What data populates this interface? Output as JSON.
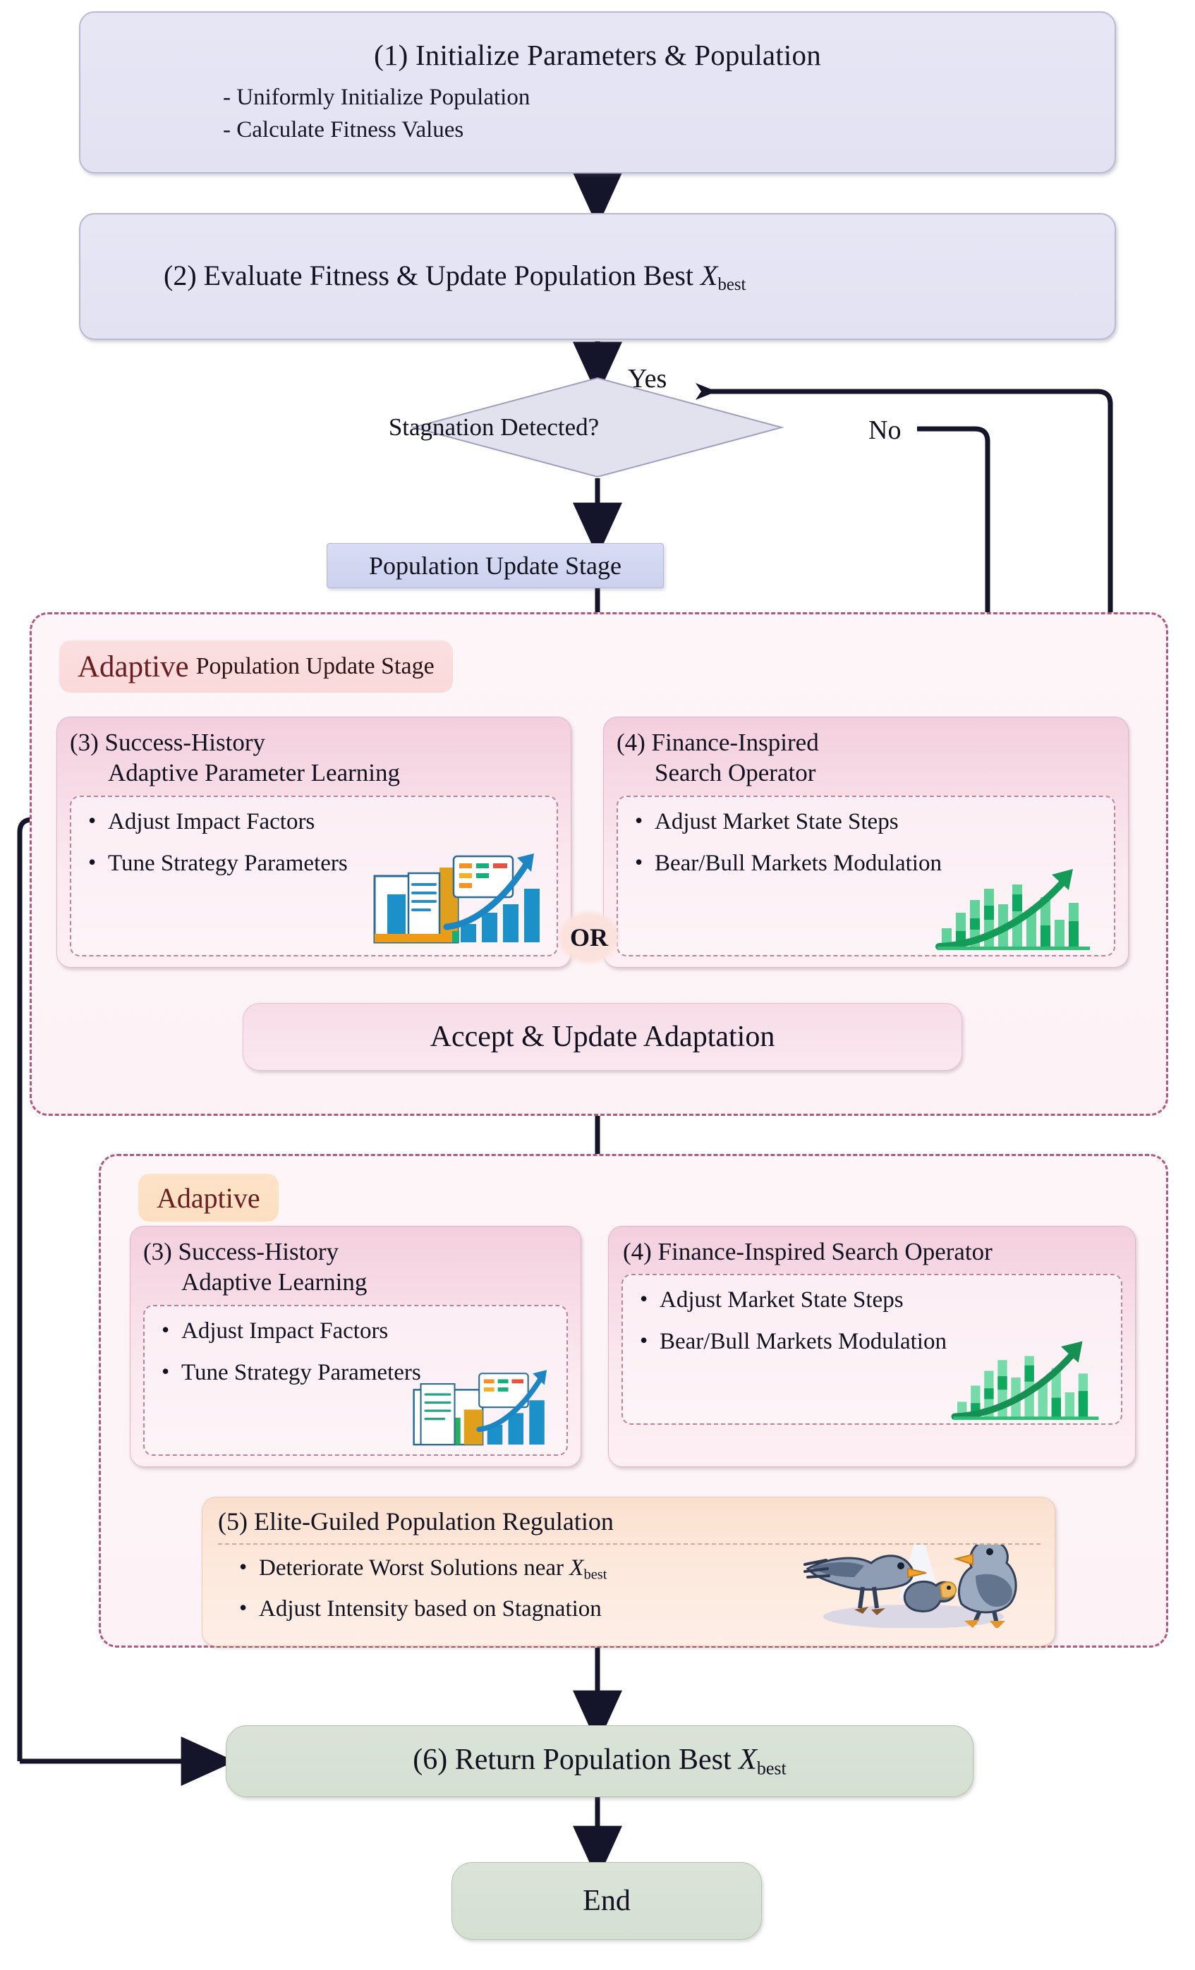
{
  "flow": {
    "step1": {
      "title": "(1) Initialize Parameters & Population",
      "bullets": "- Uniformly Initialize Population\n- Calculate Fitness Values"
    },
    "step2": {
      "label_main": "(2) Evaluate Fitness & Update Population Best ",
      "label_var": "X",
      "label_sub": "best",
      "icon": "magnifier-icon"
    },
    "decision": {
      "text": "Stagnation Detected?",
      "yes_label": "Yes",
      "no_label": "No"
    },
    "population_update_stage": "Population Update Stage",
    "section1": {
      "chip_emphasis": "Adaptive",
      "chip_rest": "Population Update Stage",
      "card3": {
        "head_line1": "(3) Success-History",
        "head_line2": "Adaptive Parameter Learning",
        "bullets": [
          "Adjust Impact Factors",
          "Tune Strategy Parameters"
        ],
        "icon": "bar-chart-growth-icon"
      },
      "card4": {
        "head_line1": "(4) Finance-Inspired",
        "head_line2": "Search Operator",
        "bullets": [
          "Adjust Market State Steps",
          "Bear/Bull Markets Modulation"
        ],
        "icon": "green-bar-chart-arrow-icon"
      },
      "or_label": "OR",
      "accept": "Accept & Update Adaptation"
    },
    "section2": {
      "chip_emphasis": "Adaptive",
      "card3": {
        "head_line1": "(3) Success-History",
        "head_line2": "Adaptive Learning",
        "bullets": [
          "Adjust Impact Factors",
          "Tune Strategy Parameters"
        ],
        "icon": "bar-chart-growth-icon"
      },
      "card4": {
        "head_single": "(4) Finance-Inspired Search Operator",
        "bullets": [
          "Adjust Market State Steps",
          "Bear/Bull Markets Modulation"
        ],
        "icon": "green-bar-chart-arrow-icon"
      },
      "card5": {
        "head_em": "(5) Elite-Guiled",
        "head_rest": " Population Regulation",
        "bullet1_pre": "Deteriorate Worst Solutions near ",
        "bullet1_var": "X",
        "bullet1_sub": "best",
        "bullet2": "Adjust Intensity based on Stagnation",
        "icon": "three-birds-icon"
      }
    },
    "step6": {
      "label_main": "(6) Return Population Best ",
      "label_var": "X",
      "label_sub": "best"
    },
    "end": "End"
  },
  "colors": {
    "box_blue": "#e3e3f3",
    "box_blue_border": "#b9b9d4",
    "stage_blue": "#d2d6f0",
    "dashed_pink": "#b5567e",
    "card_pink": "#f3cfdd",
    "chip_pink": "#fbdfe0",
    "chip_orange": "#fde3c8",
    "card_orange": "#fbe0cf",
    "end_green": "#d8e1d5",
    "arrow_dark": "#14142a",
    "text_dark": "#111120",
    "emph_maroon": "#6c1d22"
  }
}
